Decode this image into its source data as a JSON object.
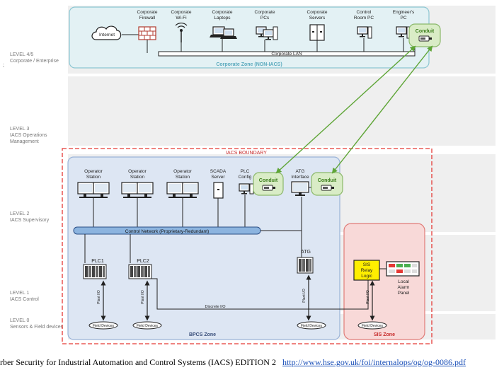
{
  "levels": [
    {
      "id": "l45",
      "lines": [
        "LEVEL 4/5",
        "Corporate / Enterprise"
      ]
    },
    {
      "id": "l3",
      "lines": [
        "LEVEL 3",
        "IACS Operations",
        "Management"
      ]
    },
    {
      "id": "l2",
      "lines": [
        "LEVEL 2",
        "IACS Supervisory"
      ]
    },
    {
      "id": "l1",
      "lines": [
        "LEVEL 1",
        "IACS Control"
      ]
    },
    {
      "id": "l0",
      "lines": [
        "LEVEL 0",
        "Sensors & Field devices"
      ]
    }
  ],
  "corporate": {
    "zone_label": "Corporate Zone (NON-IACS)",
    "lan_label": "Corporate LAN",
    "internet_label": "Internet",
    "nodes": [
      {
        "id": "firewall",
        "lines": [
          "Corporate",
          "Firewall"
        ]
      },
      {
        "id": "wifi",
        "lines": [
          "Corporate",
          "Wi-Fi"
        ]
      },
      {
        "id": "laptops",
        "lines": [
          "Corporate",
          "Laptops"
        ]
      },
      {
        "id": "pcs",
        "lines": [
          "Corporate",
          "PCs"
        ]
      },
      {
        "id": "servers",
        "lines": [
          "Corporate",
          "Servers"
        ]
      },
      {
        "id": "controlroom",
        "lines": [
          "Control",
          "Room PC"
        ]
      },
      {
        "id": "engineer",
        "lines": [
          "Engineer's",
          "PC"
        ]
      }
    ]
  },
  "conduit_label": "Conduit",
  "iacs_boundary_label": "IACS BOUNDARY",
  "level2": {
    "nodes": [
      {
        "id": "os1",
        "lines": [
          "Operator",
          "Station"
        ]
      },
      {
        "id": "os2",
        "lines": [
          "Operator",
          "Station"
        ]
      },
      {
        "id": "os3",
        "lines": [
          "Operator",
          "Station"
        ]
      },
      {
        "id": "scada",
        "lines": [
          "SCADA",
          "Server"
        ]
      },
      {
        "id": "plcconfig",
        "lines": [
          "PLC",
          "Config"
        ]
      },
      {
        "id": "atgif",
        "lines": [
          "ATG",
          "Interface"
        ]
      }
    ],
    "network_label": "Control Network (Proprietary-Redundant)"
  },
  "level1": {
    "plc1": "PLC1",
    "plc2": "PLC2",
    "atg": "ATG",
    "sis_lines": [
      "SIS",
      "Relay",
      "Logic"
    ],
    "alarm_lines": [
      "Local",
      "Alarm",
      "Panel"
    ],
    "plant_io": "Plant I/O",
    "discrete_io": "Discrete I/O"
  },
  "field_devices": "Field Devices",
  "bpcs_zone": "BPCS Zone",
  "sis_zone": "SIS Zone",
  "caption": {
    "text": "rber Security for Industrial Automation and Control Systems (IACS) EDITION 2",
    "link": "http://www.hse.gov.uk/foi/internalops/og/og-0086.pdf"
  },
  "colors": {
    "level_band": "#efefef",
    "corporate_zone": "#e3f1f4",
    "corporate_zone_border": "#8cc6d2",
    "bpcs_zone": "#dde6f3",
    "bpcs_zone_border": "#9ab3d8",
    "sis_zone": "#f8d9d8",
    "sis_zone_border": "#e07c78",
    "iacs_boundary": "#e53935",
    "conduit_fill": "#d9ecc6",
    "conduit_border": "#8bb86a",
    "conduit_text": "#3a7d1a",
    "conduit_link": "#5ea536",
    "network_fill": "#8cb4df",
    "sis_fill": "#ffee00"
  }
}
